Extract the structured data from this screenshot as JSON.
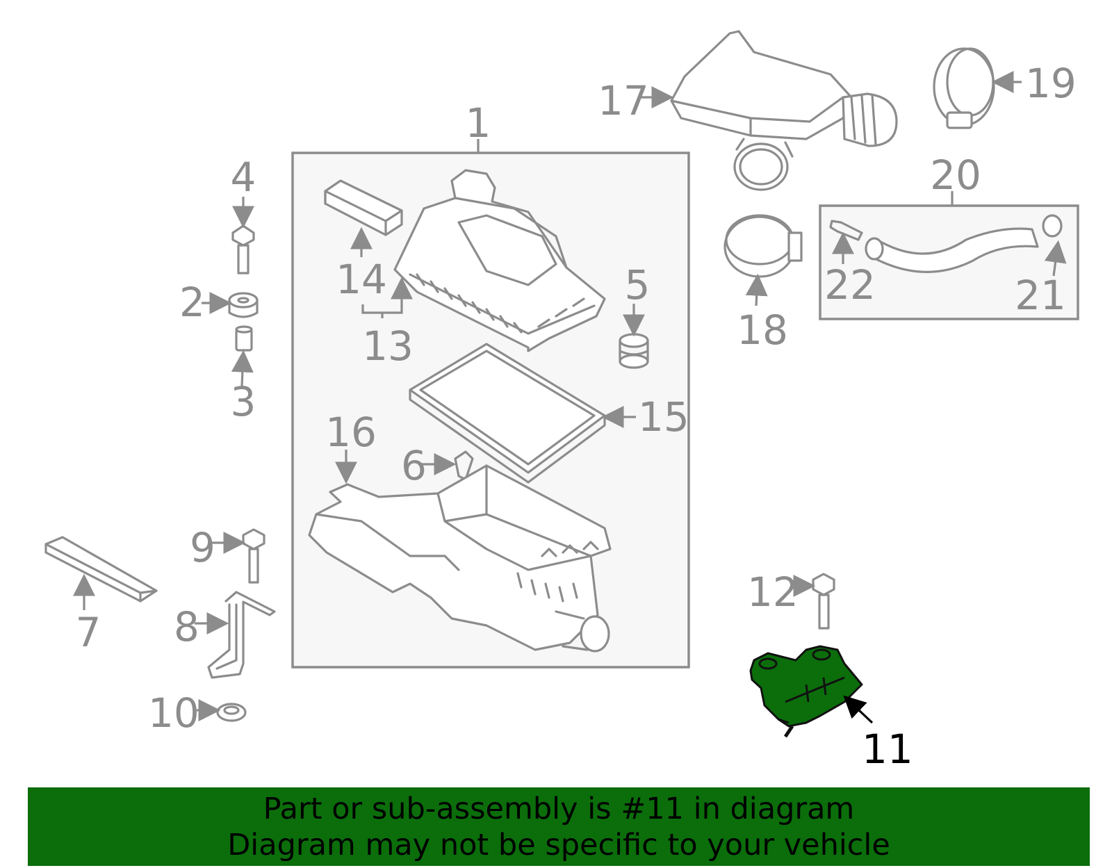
{
  "labels": {
    "p1": "1",
    "p2": "2",
    "p3": "3",
    "p4": "4",
    "p5": "5",
    "p6": "6",
    "p7": "7",
    "p8": "8",
    "p9": "9",
    "p10": "10",
    "p11": "11",
    "p12": "12",
    "p13": "13",
    "p14": "14",
    "p15": "15",
    "p16": "16",
    "p17": "17",
    "p18": "18",
    "p19": "19",
    "p20": "20",
    "p21": "21",
    "p22": "22"
  },
  "highlight_part": "11",
  "colors": {
    "highlight": "#0b6e0b",
    "line": "#8c8c8c",
    "banner": "#0b6e0b"
  },
  "banner": {
    "line1": "Part or sub-assembly is #11 in diagram",
    "line2": "Diagram may not be specific to your vehicle"
  }
}
